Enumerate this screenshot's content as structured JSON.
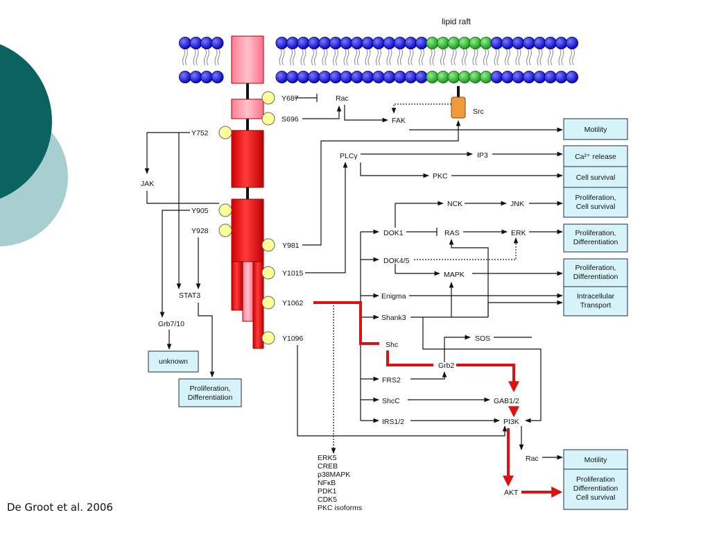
{
  "credit": "De Groot et al. 2006",
  "membrane": {
    "lipid_raft": "lipid raft"
  },
  "sites": {
    "y687": "Y687",
    "s696": "S696",
    "y752": "Y752",
    "y905": "Y905",
    "y928": "Y928",
    "y981": "Y981",
    "y1015": "Y1015",
    "y1062": "Y1062",
    "y1096": "Y1096"
  },
  "nodes": {
    "rac_top": "Rac",
    "src": "Src",
    "fak": "FAK",
    "plcg": "PLCγ",
    "ip3": "IP3",
    "pkc": "PKC",
    "nck": "NCK",
    "jnk": "JNK",
    "dok1": "DOK1",
    "ras": "RAS",
    "erk": "ERK",
    "dok45": "DOK4/5",
    "mapk": "MAPK",
    "enigma": "Enigma",
    "shank3": "Shank3",
    "sos": "SOS",
    "shc": "Shc",
    "grb2": "Grb2",
    "frs2": "FRS2",
    "shcc": "ShcC",
    "gab12": "GAB1/2",
    "irs12": "IRS1/2",
    "pi3k": "PI3K",
    "rac_bottom": "Rac",
    "akt": "AKT",
    "jak": "JAK",
    "stat3": "STAT3",
    "grb710": "Grb7/10"
  },
  "outcome_boxes": {
    "motility_top": [
      "Motility"
    ],
    "ca_release": [
      "Ca²⁺ release"
    ],
    "cell_survival": [
      "Cell survival"
    ],
    "prolif_survival": [
      "Proliferation,",
      "Cell survival"
    ],
    "prolif_diff_1": [
      "Proliferation,",
      "Differentiation"
    ],
    "prolif_diff_2": [
      "Proliferation,",
      "Differentiation"
    ],
    "intracellular": [
      "Intracellular",
      "Transport"
    ],
    "motility_bottom": [
      "Motility"
    ],
    "prolif_diff_survival": [
      "Proliferation",
      "Differentiation",
      "Cell survival"
    ],
    "unknown": [
      "unknown"
    ],
    "prolif_diff_left": [
      "Proliferation,",
      "Differentiation"
    ]
  },
  "downstream_list": [
    "ERK5",
    "CREB",
    "p38MAPK",
    "NFκB",
    "PDK1",
    "CDK5",
    "PKC isoforms"
  ],
  "colors": {
    "lipid_head": "#1a1ae0",
    "raft_head": "#22b022",
    "receptor": "#ff2020",
    "tm_segment": "#ff9aa8",
    "phospho_site": "#ffff99",
    "src": "#f09a3a",
    "outcome_box": "#d6f4fa",
    "main_pathway": "#e01010",
    "left_circle_dark": "#0b6360",
    "left_circle_light": "#a7cfd0"
  }
}
